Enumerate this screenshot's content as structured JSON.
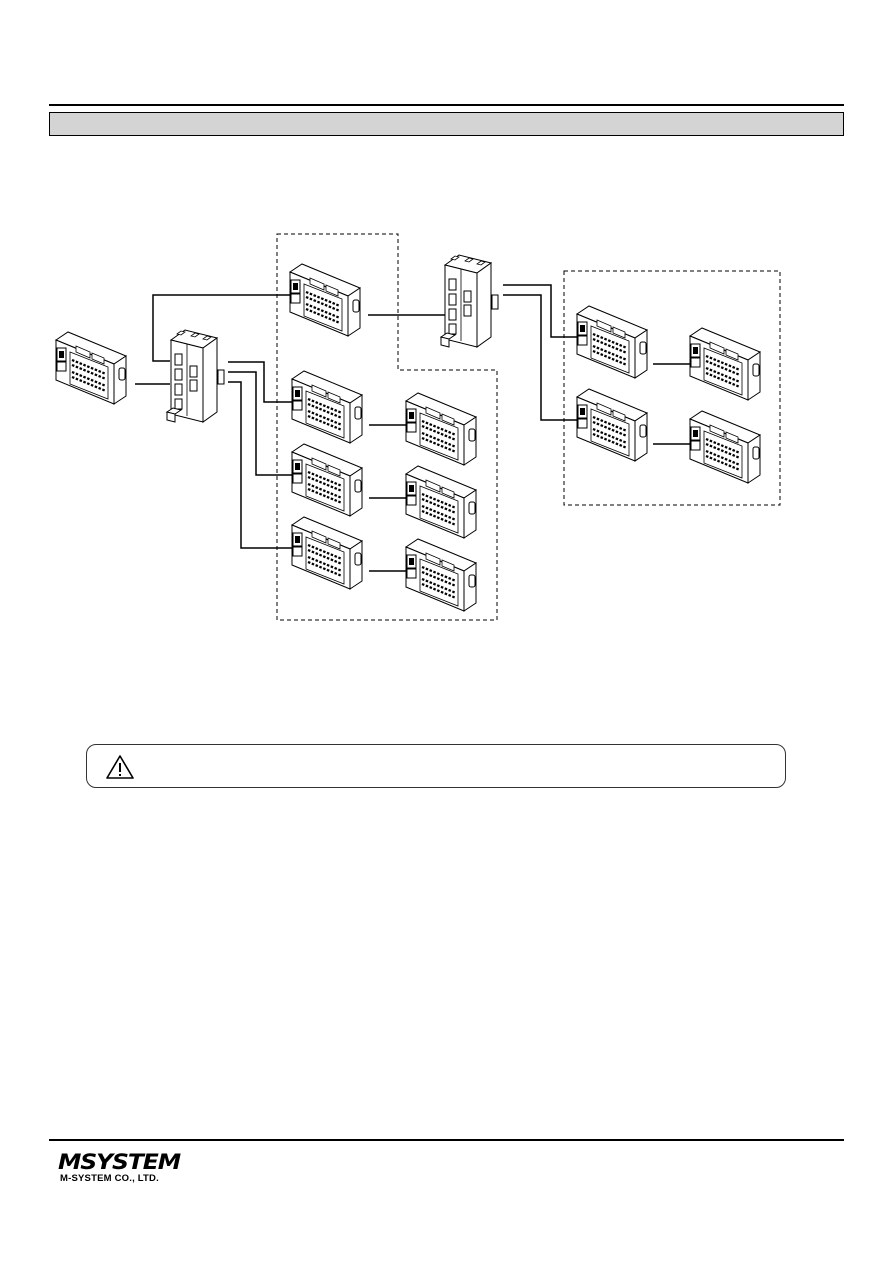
{
  "section": {
    "title": ""
  },
  "caution": {
    "icon": "warning-triangle-icon",
    "text": ""
  },
  "footer": {
    "logo_mark": "MSYSTEM",
    "company_name": "M-SYSTEM CO., LTD."
  },
  "diagram": {
    "nodes": [
      {
        "id": "io-left",
        "kind": "io-module"
      },
      {
        "id": "hub-a",
        "kind": "hub"
      },
      {
        "id": "hub-b",
        "kind": "hub"
      },
      {
        "id": "io-g1-top",
        "kind": "io-module"
      },
      {
        "id": "io-g1-r1a",
        "kind": "io-module"
      },
      {
        "id": "io-g1-r1b",
        "kind": "io-module"
      },
      {
        "id": "io-g1-r2a",
        "kind": "io-module"
      },
      {
        "id": "io-g1-r2b",
        "kind": "io-module"
      },
      {
        "id": "io-g1-r3a",
        "kind": "io-module"
      },
      {
        "id": "io-g1-r3b",
        "kind": "io-module"
      },
      {
        "id": "io-g2-r1a",
        "kind": "io-module"
      },
      {
        "id": "io-g2-r1b",
        "kind": "io-module"
      },
      {
        "id": "io-g2-r2a",
        "kind": "io-module"
      },
      {
        "id": "io-g2-r2b",
        "kind": "io-module"
      }
    ],
    "links": [
      [
        "io-left",
        "hub-a"
      ],
      [
        "hub-a",
        "io-g1-top"
      ],
      [
        "io-g1-top",
        "hub-b"
      ],
      [
        "hub-a",
        "io-g1-r1a"
      ],
      [
        "hub-a",
        "io-g1-r2a"
      ],
      [
        "hub-a",
        "io-g1-r3a"
      ],
      [
        "io-g1-r1a",
        "io-g1-r1b"
      ],
      [
        "io-g1-r2a",
        "io-g1-r2b"
      ],
      [
        "io-g1-r3a",
        "io-g1-r3b"
      ],
      [
        "hub-b",
        "io-g2-r1a"
      ],
      [
        "hub-b",
        "io-g2-r2a"
      ],
      [
        "io-g2-r1a",
        "io-g2-r1b"
      ],
      [
        "io-g2-r2a",
        "io-g2-r2b"
      ]
    ],
    "groups": [
      {
        "id": "group-1",
        "style": "dashed"
      },
      {
        "id": "group-2",
        "style": "dashed"
      }
    ]
  }
}
